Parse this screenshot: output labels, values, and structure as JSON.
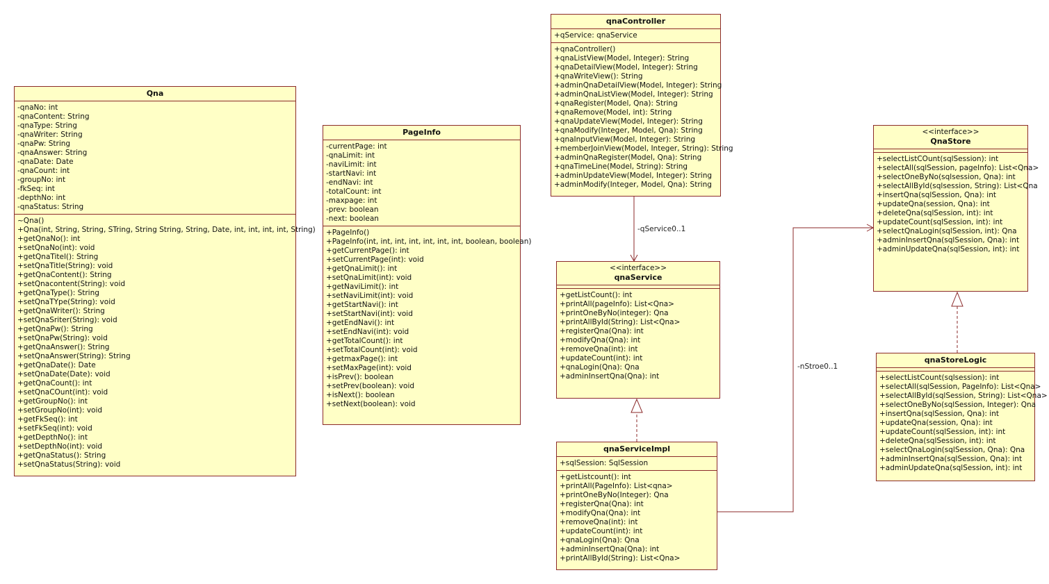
{
  "classes": {
    "qna": {
      "name": "Qna",
      "attributes": [
        "-qnaNo: int",
        "-qnaContent: String",
        "-qnaType: String",
        "-qnaWriter: String",
        "-qnaPw: String",
        "-qnaAnswer: String",
        "-qnaDate: Date",
        "-qnaCount: int",
        "-groupNo: int",
        "-fkSeq: int",
        "-depthNo: int",
        "-qnaStatus: String"
      ],
      "operations": [
        "~Qna()",
        "+Qna(int, String, String, STring, String String, String, Date, int, int, int, int, String)",
        "+getQnaNo(): int",
        "+setQnaNo(int): void",
        "+getQnaTitel(): String",
        "+setQnaTitle(String): void",
        "+getQnaContent(): String",
        "+setQnacontent(String): void",
        "+getQnaType(): String",
        "+setQnaTYpe(String): void",
        "+getQnaWriter(): String",
        "+setQnaSriter(String): void",
        "+getQnaPw(): String",
        "+setQnaPw(String): void",
        "+getQnaAnswer(): String",
        "+setQnaAnswer(String): String",
        "+getQnaDate(): Date",
        "+setQnaDate(Date): void",
        "+getQnaCount(): int",
        "+setQnaCOunt(int): void",
        "+getGroupNo(): int",
        "+setGroupNo(int): void",
        "+getFkSeq(): int",
        "+setFkSeq(int): void",
        "+getDepthNo(): int",
        "+setDepthNo(int): void",
        "+getQnaStatus(): String",
        "+setQnaStatus(String): void"
      ]
    },
    "pageInfo": {
      "name": "PageInfo",
      "attributes": [
        "-currentPage: int",
        "-qnaLimit: int",
        "-naviLimit: int",
        "-startNavi: int",
        "-endNavi: int",
        "-totalCount: int",
        "-maxpage: int",
        "-prev: boolean",
        "-next: boolean"
      ],
      "operations": [
        "+PageInfo()",
        "+PageInfo(int, int, int, int, int, int, int, boolean, boolean)",
        "+getCurrentPage(): int",
        "+setCurrentPage(int): void",
        "+getQnaLimit(): int",
        "+setQnaLimit(int): void",
        "+getNaviLimit(): int",
        "+setNaviLimit(int): void",
        "+getStartNavi(): int",
        "+setStartNavi(int): void",
        "+getEndNavi(): int",
        "+setEndNavi(int): void",
        "+getTotalCount(): int",
        "+setTotalCount(int): void",
        "+getmaxPage(): int",
        "+setMaxPage(int): void",
        "+isPrev(): boolean",
        "+setPrev(boolean): void",
        "+isNext(): boolean",
        "+setNext(boolean): void"
      ]
    },
    "qnaController": {
      "name": "qnaController",
      "attributes": [
        "+qService: qnaService"
      ],
      "operations": [
        "+qnaController()",
        "+qnaListView(Model, Integer): String",
        "+qnaDetailView(Model, Integer): String",
        "+qnaWriteView(): String",
        "+adminQnaDetailView(Model, Integer): String",
        "+adminQnaListView(Model, Integer): String",
        "+qnaRegister(Model, Qna): String",
        "+qnaRemove(Model, int): String",
        "+qnaUpdateView(Model, Integer): String",
        "+qnaModify(Integer, Model, Qna): String",
        "+qnaInputView(Model, Integer): String",
        "+memberJoinView(Model, Integer, String): String",
        "+adminQnaRegister(Model, Qna): String",
        "+qnaTimeLine(Model, String): String",
        "+adminUpdateView(Model, Integer): String",
        "+adminModify(Integer, Model, Qna): String"
      ]
    },
    "qnaService": {
      "stereotype": "<<interface>>",
      "name": "qnaService",
      "operations": [
        "+getListCount(): int",
        "+printAll(pageInfo): List<Qna>",
        "+printOneByNo(integer): Qna",
        "+printAllById(String): List<Qna>",
        "+registerQna(Qna): int",
        "+modifyQna(Qna): int",
        "+removeQna(int): int",
        "+updateCount(int): int",
        "+qnaLogin(Qna): Qna",
        "+adminInsertQna(Qna): int"
      ]
    },
    "qnaServiceImpl": {
      "name": "qnaServiceImpl",
      "attributes": [
        "+sqlSession: SqlSession"
      ],
      "operations": [
        "+getListcount(): int",
        "+printAll(PageInfo): List<qna>",
        "+printOneByNo(Integer): Qna",
        "+registerQna(Qna): int",
        "+modifyQna(Qna): int",
        "+removeQna(int): int",
        "+updateCount(int): int",
        "+qnaLogin(Qna): Qna",
        "+adminInsertQna(Qna): int",
        "+printAllById(String): List<Qna>"
      ]
    },
    "qnaStore": {
      "stereotype": "<<interface>>",
      "name": "QnaStore",
      "operations": [
        "+selectListCOunt(sqlSession): int",
        "+selectAll(sqlSession, pageInfo): List<Qna>",
        "+selectOneByNo(sqlsession, Qna): int",
        "+selectAllById(sqlsession, String): List<Qna",
        "+insertQna(sqlSession, Qna): int",
        "+updateQna(session, Qna): int",
        "+deleteQna(sqlSession, int): int",
        "+updateCount(sqlSession, int): int",
        "+selectQnaLogin(sqlSession, int): Qna",
        "+adminInsertQna(sqlSession, Qna): int",
        "+adminUpdateQna(sqlSession, int): int"
      ]
    },
    "qnaStoreLogic": {
      "name": "qnaStoreLogic",
      "operations": [
        "+selectListCount(sqlsession): int",
        "+selectAll(sqlSession, PageInfo): List<Qna>",
        "+selectAllById(sqlSession, String): List<Qna>",
        "+selectOneByNo(sqlSession, Integer): Qna",
        "+insertQna(sqlSession, Qna): int",
        "+updateQna(session, Qna): int",
        "+updateCount(sqlSession, int): int",
        "+deleteQna(sqlSession, int): int",
        "+selectQnaLogin(sqlSession, Qna): Qna",
        "+adminInsertQna(sqlSession, Qna): int",
        "+adminUpdateQna(sqlSession, int): int"
      ]
    }
  },
  "associations": {
    "controller_to_service": "-qService0..1",
    "serviceImpl_to_store": "-nStroe0..1"
  },
  "colors": {
    "fill": "#ffffc6",
    "stroke": "#8b2a2a"
  }
}
